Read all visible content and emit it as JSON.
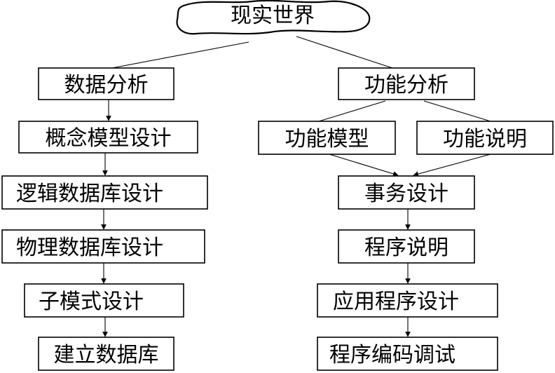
{
  "root": {
    "label": "现实世界"
  },
  "left_column": {
    "data_analysis": "数据分析",
    "concept_model_design": "概念模型设计",
    "logical_db_design": "逻辑数据库设计",
    "physical_db_design": "物理数据库设计",
    "subschema_design": "子模式设计",
    "build_database": "建立数据库"
  },
  "right_column": {
    "function_analysis": "功能分析",
    "function_model": "功能模型",
    "function_description": "功能说明",
    "transaction_design": "事务设计",
    "program_description": "程序说明",
    "application_design": "应用程序设计",
    "program_coding_debug": "程序编码调试"
  },
  "colors": {
    "stroke": "#000000",
    "fill": "#ffffff",
    "text": "#000000"
  }
}
